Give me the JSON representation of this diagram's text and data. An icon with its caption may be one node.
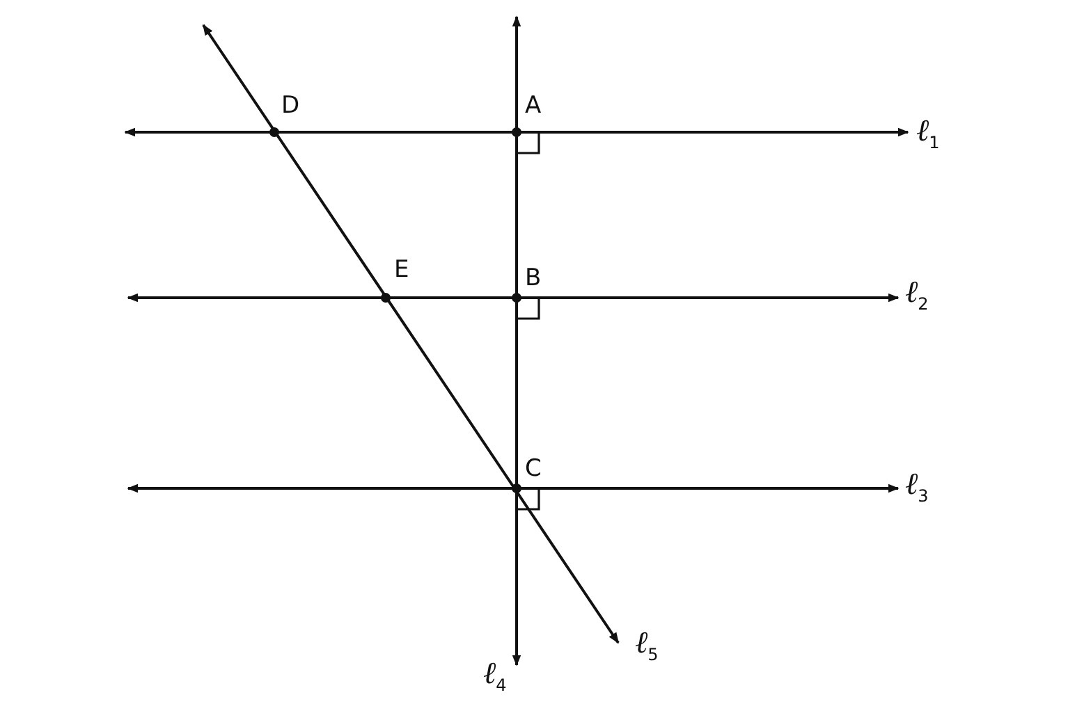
{
  "diagram": {
    "labels": [
      "D",
      "A",
      "ℓ$_{1}$",
      "E",
      "B",
      "ℓ$_{2}$",
      "C",
      "ℓ$_{3}$",
      "ℓ$_{4}$",
      "ℓ$_{5}$"
    ]
  }
}
